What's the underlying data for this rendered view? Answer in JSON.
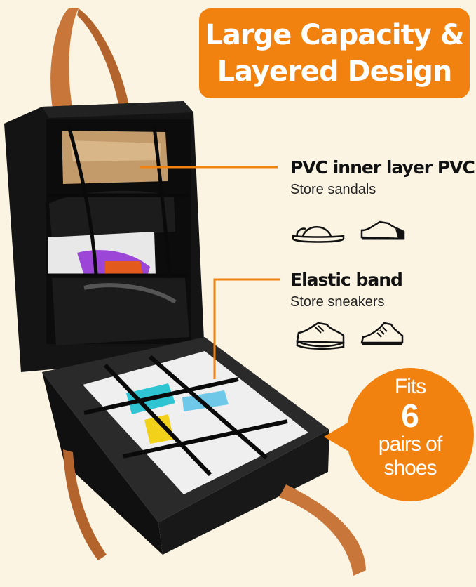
{
  "banner": {
    "line1": "Large Capacity &",
    "line2": "Layered Design",
    "color": "#f2820f"
  },
  "callouts": {
    "pvc": {
      "title": "PVC inner layer  PVC",
      "subtitle": "Store sandals",
      "icons": [
        "slide-sandal-icon",
        "sneaker-icon"
      ]
    },
    "elastic": {
      "title": "Elastic band",
      "subtitle": "Store sneakers",
      "icons": [
        "chunky-sneaker-icon",
        "running-shoe-icon"
      ]
    }
  },
  "badge": {
    "line1": "Fits",
    "line2": "6",
    "line3": "pairs of",
    "line4": "shoes"
  },
  "colors": {
    "accent": "#f2820f",
    "background": "#fbf4e3",
    "bag": "#111111",
    "handle": "#c8763a"
  }
}
